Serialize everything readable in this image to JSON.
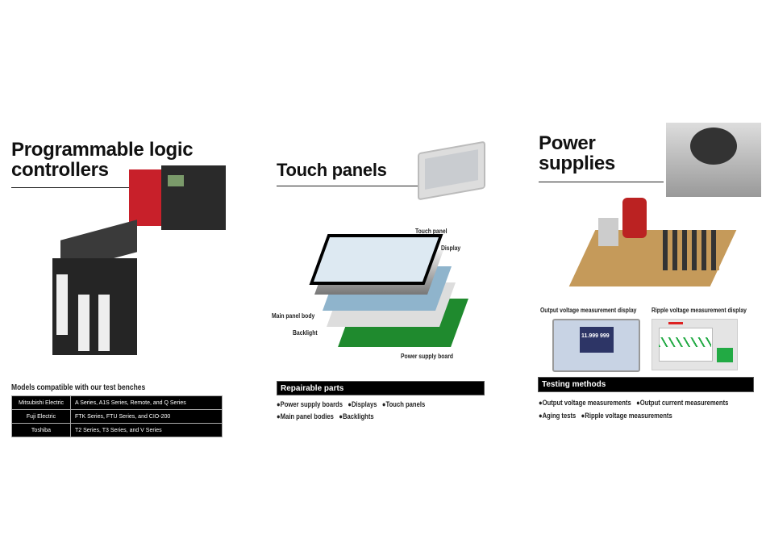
{
  "plc": {
    "title_line1": "Programmable logic",
    "title_line2": "controllers",
    "models_heading": "Models compatible with our test benches",
    "table": [
      [
        "Mitsubishi Electric",
        "A Series, A1S Series, Remote, and Q Series"
      ],
      [
        "Fuji Electric",
        "FTK Series, FTU Series, and CIO-200"
      ],
      [
        "Toshiba",
        "T2 Series, T3 Series, and V Series"
      ]
    ]
  },
  "touch": {
    "title": "Touch panels",
    "labels": {
      "touch_panel": "Touch panel",
      "display": "Display",
      "main_panel_body": "Main panel body",
      "backlight": "Backlight",
      "power_supply_board": "Power supply board"
    },
    "bar": "Repairable parts",
    "bullets": [
      "●Power supply boards",
      "●Displays",
      "●Touch panels",
      "●Main panel bodies",
      "●Backlights"
    ]
  },
  "power": {
    "title_line1": "Power",
    "title_line2": "supplies",
    "display1_label": "Output voltage measurement display",
    "display2_label": "Ripple voltage measurement display",
    "meter_value": "11.999 999",
    "bar": "Testing methods",
    "bullets": [
      "●Output voltage measurements",
      "●Output current measurements",
      "●Aging tests",
      "●Ripple voltage measurements"
    ]
  }
}
